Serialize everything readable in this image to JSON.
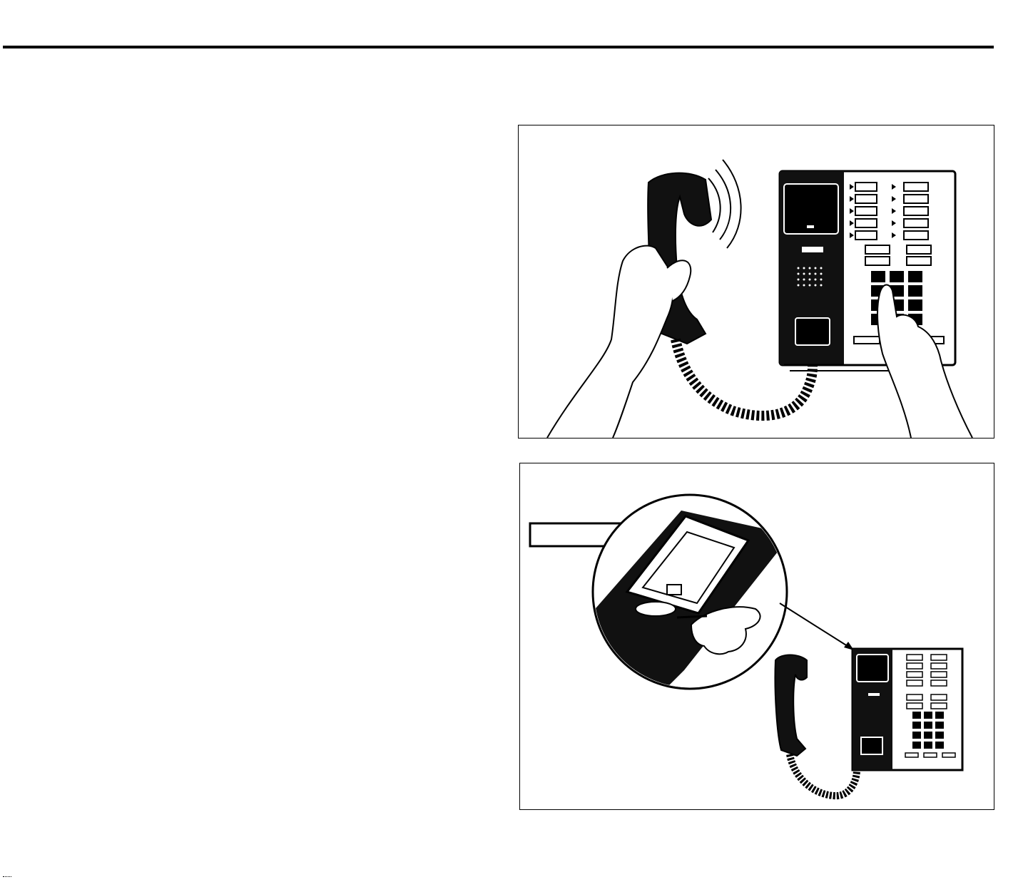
{
  "page": {
    "figures": [
      {
        "id": "fig1",
        "depicts": "hand-lifting-handset-and-pressing-dial-button"
      },
      {
        "id": "fig2",
        "depicts": "finger-adjusting-volume-wheel-under-handset-cradle"
      }
    ],
    "zoom_callout_label": ""
  }
}
